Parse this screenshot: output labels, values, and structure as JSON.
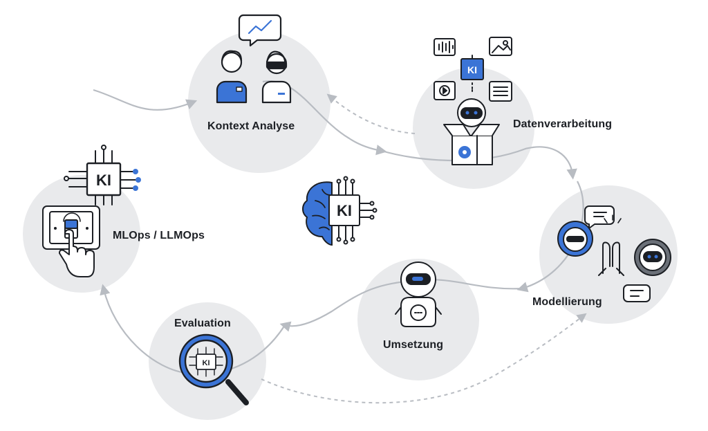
{
  "stages": {
    "kontext": {
      "label": "Kontext Analyse"
    },
    "daten": {
      "label": "Datenverarbeitung"
    },
    "mlops": {
      "label": "MLOps / LLMOps"
    },
    "modell": {
      "label": "Modellierung"
    },
    "umsetzung": {
      "label": "Umsetzung"
    },
    "evaluation": {
      "label": "Evaluation"
    }
  },
  "chip_text": "KI",
  "colors": {
    "accent": "#3b74d6",
    "circle": "#e9eaec",
    "flow": "#b8bcc2",
    "ink": "#1c1f24"
  },
  "icons": [
    "chart-bubble-icon",
    "person-icon",
    "person-vr-icon",
    "audio-icon",
    "image-icon",
    "video-icon",
    "document-icon",
    "robot-icon",
    "box-icon",
    "gear-icon",
    "brain-chip-icon",
    "control-panel-icon",
    "hand-icon",
    "magnifier-icon",
    "chat-icon"
  ]
}
